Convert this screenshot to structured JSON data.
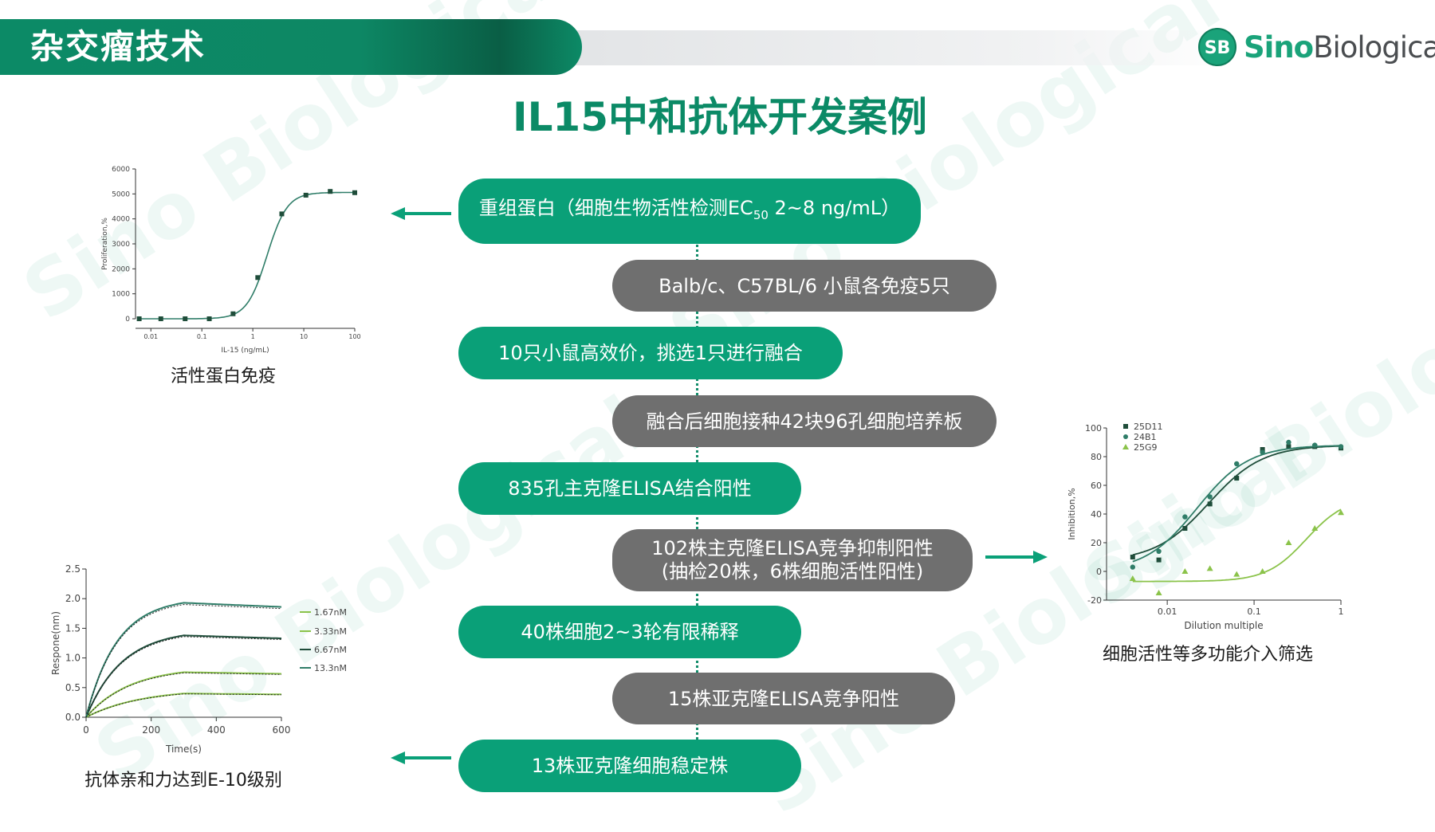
{
  "header": {
    "section_title": "杂交瘤技术"
  },
  "logo": {
    "badge": "SB",
    "brand_part1": "Sino",
    "brand_part2": "Biological"
  },
  "main_title": "IL15中和抗体开发案例",
  "watermark_text": "Sino Biological",
  "flow_steps": [
    {
      "prefix": "重组蛋白（细胞生物活性检测EC",
      "sub": "50",
      "suffix": " 2~8 ng/mL）",
      "style": "green"
    },
    {
      "text": "Balb/c、C57BL/6 小鼠各免疫5只",
      "style": "gray"
    },
    {
      "text": "10只小鼠高效价，挑选1只进行融合",
      "style": "green"
    },
    {
      "text": "融合后细胞接种42块96孔细胞培养板",
      "style": "gray"
    },
    {
      "text": "835孔主克隆ELISA结合阳性",
      "style": "green"
    },
    {
      "line1": "102株主克隆ELISA竞争抑制阳性",
      "line2": "(抽检20株，6株细胞活性阳性)",
      "style": "gray"
    },
    {
      "text": "40株细胞2~3轮有限稀释",
      "style": "green"
    },
    {
      "text": "15株亚克隆ELISA竞争阳性",
      "style": "gray"
    },
    {
      "text": "13株亚克隆细胞稳定株",
      "style": "green"
    }
  ],
  "captions": {
    "proliferation": "活性蛋白免疫",
    "binding": "抗体亲和力达到E-10级别",
    "inhibition": "细胞活性等多功能介入筛选"
  },
  "colors": {
    "brand_green": "#0aa078",
    "step_gray": "#6f6f6f",
    "title_green": "#0b8a66"
  },
  "chart_data": [
    {
      "type": "scatter",
      "title": "",
      "xlabel": "IL-15 (ng/mL)",
      "ylabel": "Proliferation,%",
      "xscale": "log",
      "xlim": [
        0.005,
        100
      ],
      "ylim": [
        0,
        6000
      ],
      "xticks": [
        {
          "v": 0.01,
          "l": "0.01"
        },
        {
          "v": 0.1,
          "l": "0.1"
        },
        {
          "v": 1,
          "l": "1"
        },
        {
          "v": 10,
          "l": "10"
        },
        {
          "v": 100,
          "l": "100"
        }
      ],
      "yticks": [
        0,
        1000,
        2000,
        3000,
        4000,
        5000,
        6000
      ],
      "series": [
        {
          "x": [
            0.0059,
            0.0157,
            0.047,
            0.14,
            0.41,
            1.25,
            3.7,
            11,
            33,
            100
          ],
          "y": [
            0,
            0,
            0,
            0,
            200,
            1650,
            4200,
            4950,
            5100,
            5050
          ]
        }
      ],
      "fit": {
        "bottom": 0,
        "top": 5060,
        "ec50": 1.9,
        "hill": 2.2
      },
      "grid": false
    },
    {
      "type": "line",
      "title": "",
      "xlabel": "Time(s)",
      "ylabel": "Respone(nm)",
      "xlim": [
        0,
        600
      ],
      "ylim": [
        0,
        2.5
      ],
      "xticks": [
        0,
        200,
        400,
        600
      ],
      "yticks": [
        0.0,
        0.5,
        1.0,
        1.5,
        2.0,
        2.5
      ],
      "assoc_end": 300,
      "series": [
        {
          "name": "1.67nM",
          "plateau": 0.4,
          "k": 0.006,
          "color": "#8bc34a"
        },
        {
          "name": "3.33nM",
          "plateau": 0.76,
          "k": 0.0075,
          "color": "#8bc34a"
        },
        {
          "name": "6.67nM",
          "plateau": 1.38,
          "k": 0.009,
          "color": "#1f4d3a"
        },
        {
          "name": "13.3nM",
          "plateau": 1.93,
          "k": 0.0105,
          "color": "#2f7d68"
        }
      ],
      "legend": "right",
      "grid": false
    },
    {
      "type": "scatter",
      "title": "",
      "xlabel": "Dilution multiple",
      "ylabel": "Inhibition,%",
      "xscale": "log",
      "xlim": [
        0.002,
        1
      ],
      "ylim": [
        -20,
        100
      ],
      "xticks": [
        {
          "v": 0.01,
          "l": "0.01"
        },
        {
          "v": 0.1,
          "l": "0.1"
        },
        {
          "v": 1,
          "l": "1"
        }
      ],
      "yticks": [
        -20,
        0,
        20,
        40,
        60,
        80,
        100
      ],
      "series": [
        {
          "name": "25D11",
          "marker": "square",
          "color": "#1f4d3a",
          "x": [
            0.004,
            0.008,
            0.016,
            0.031,
            0.063,
            0.125,
            0.25,
            0.5,
            1
          ],
          "y": [
            10,
            8,
            30,
            47,
            65,
            85,
            87,
            87,
            86
          ],
          "fit": {
            "bottom": 7,
            "top": 88,
            "ec50": 0.03,
            "hill": 1.4
          }
        },
        {
          "name": "24B1",
          "marker": "circle",
          "color": "#2f7d68",
          "x": [
            0.004,
            0.008,
            0.016,
            0.031,
            0.063,
            0.125,
            0.25,
            0.5,
            1
          ],
          "y": [
            3,
            14,
            38,
            52,
            75,
            83,
            90,
            88,
            87
          ],
          "fit": {
            "bottom": 0,
            "top": 88,
            "ec50": 0.022,
            "hill": 1.45
          }
        },
        {
          "name": "25G9",
          "marker": "triangle",
          "color": "#8bc34a",
          "x": [
            0.004,
            0.008,
            0.016,
            0.031,
            0.063,
            0.125,
            0.25,
            0.5,
            1
          ],
          "y": [
            -5,
            -15,
            0,
            2,
            -2,
            0,
            20,
            30,
            41
          ],
          "fit": {
            "bottom": -7,
            "top": 52,
            "ec50": 0.4,
            "hill": 1.9
          }
        }
      ],
      "legend": "top-left",
      "grid": false
    }
  ]
}
